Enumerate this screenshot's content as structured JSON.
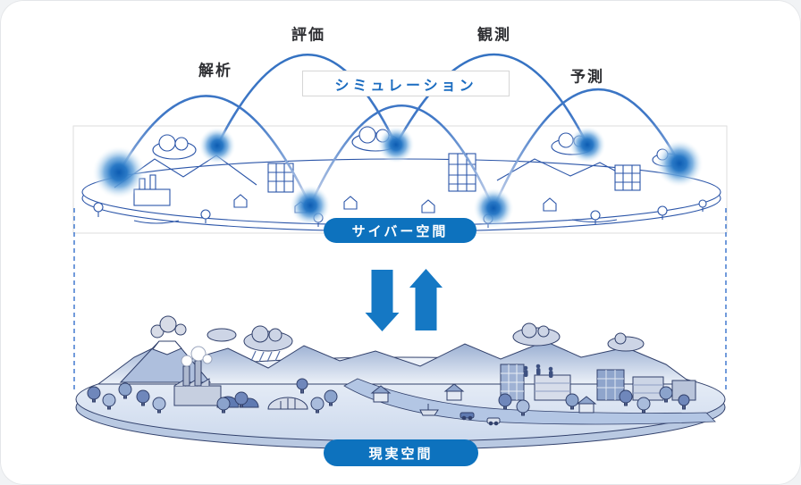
{
  "diagram": {
    "title_hint": "digital-twin cyber/real space concept diagram",
    "process_labels": {
      "analysis": "解析",
      "evaluation": "評価",
      "observation": "観測",
      "prediction": "予測"
    },
    "simulation_box": {
      "label": "シミュレーション"
    },
    "cyber_space": {
      "label": "サイバー空間"
    },
    "real_space": {
      "label": "現実空間"
    },
    "colors": {
      "badge_blue": "#0d72be",
      "arrow_blue": "#1578c4",
      "arc_blue": "#2e6fc0",
      "arc_fade": "#ccd6ec",
      "line_art_blue": "#2b55a8",
      "label_dark": "#2e2f33",
      "glow_core": "#0d5cb2",
      "dashed_line": "#4e82d2"
    }
  }
}
